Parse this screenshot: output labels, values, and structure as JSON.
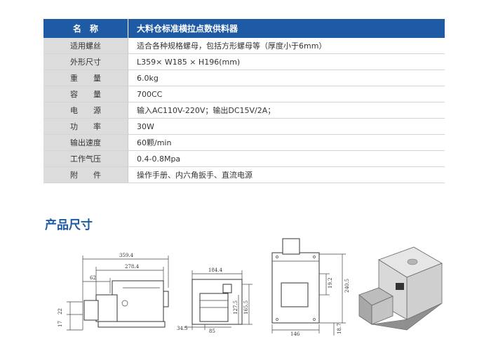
{
  "spec_table": {
    "header": {
      "key": "名　称",
      "value": "大料仓标准横拉点数供料器"
    },
    "rows": [
      {
        "key": "适用螺丝",
        "value": "适合各种规格螺母，包括方形螺母等（厚度小于6mm）"
      },
      {
        "key": "外形尺寸",
        "value": "L359× W185 × H196(mm)"
      },
      {
        "key": "重　　量",
        "value": "6.0kg"
      },
      {
        "key": "容　　量",
        "value": "700CC"
      },
      {
        "key": "电　　源",
        "value": "输入AC110V-220V；输出DC15V/2A；"
      },
      {
        "key": "功　　率",
        "value": "30W"
      },
      {
        "key": "输出速度",
        "value": "60颗/min"
      },
      {
        "key": "工作气压",
        "value": "0.4-0.8Mpa"
      },
      {
        "key": "附　　件",
        "value": "操作手册、内六角扳手、直流电源"
      }
    ]
  },
  "section": {
    "title": "产品尺寸"
  },
  "drawings": {
    "side_view": {
      "dims": [
        "359.4",
        "278.4",
        "62",
        "22",
        "17"
      ]
    },
    "front_view": {
      "dims": [
        "184.4",
        "127.5",
        "165.5",
        "34.5",
        "85"
      ]
    },
    "top_view": {
      "dims": [
        "19.2",
        "240.5",
        "146",
        "18.7"
      ]
    }
  },
  "colors": {
    "accent": "#1f5aa5",
    "key_bg": "#dcdcdc"
  }
}
